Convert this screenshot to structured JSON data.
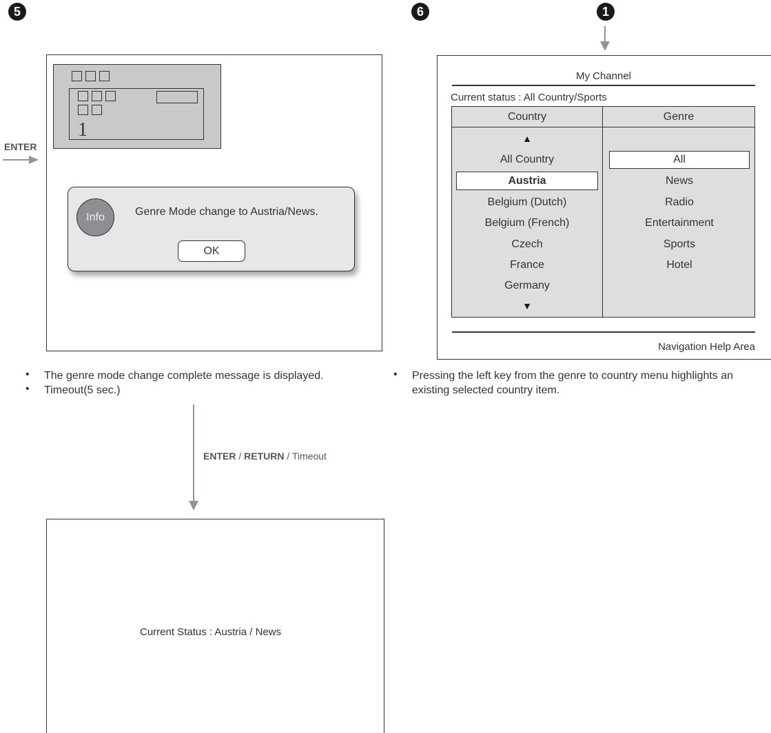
{
  "steps": {
    "left": "5",
    "right": "6",
    "top_right": "1"
  },
  "left_screen": {
    "enter_label": "ENTER",
    "tv_channel_number": "1",
    "dialog": {
      "icon_label": "Info",
      "message": "Genre Mode change to Austria/News.",
      "ok_label": "OK"
    },
    "bullets": [
      "The genre mode change complete message is displayed.",
      "Timeout(5 sec.)"
    ]
  },
  "flow": {
    "enter": "ENTER",
    "sep1": " / ",
    "return": "RETURN",
    "sep2": " / ",
    "timeout": "Timeout"
  },
  "bottom_screen": {
    "status": "Current Status : Austria / News"
  },
  "my_channel": {
    "title": "My Channel",
    "current_status": "Current status : All Country/Sports",
    "country_header": "Country",
    "genre_header": "Genre",
    "countries": [
      "All Country",
      "Austria",
      "Belgium (Dutch)",
      "Belgium (French)",
      "Czech",
      "France",
      "Germany"
    ],
    "selected_country": "Austria",
    "genres": [
      "All",
      "News",
      "Radio",
      "Entertainment",
      "Sports",
      "Hotel"
    ],
    "selected_genre": "All",
    "nav_help": "Navigation Help Area",
    "bullet": "Pressing the left key from the genre to country menu highlights an existing selected country item."
  },
  "colors": {
    "arrow": "#8e959b",
    "tv_bg": "#c9c9c9",
    "dialog_bg": "#e7e7e7",
    "table_bg": "#dedede",
    "info_circle": "#8e8e95"
  }
}
